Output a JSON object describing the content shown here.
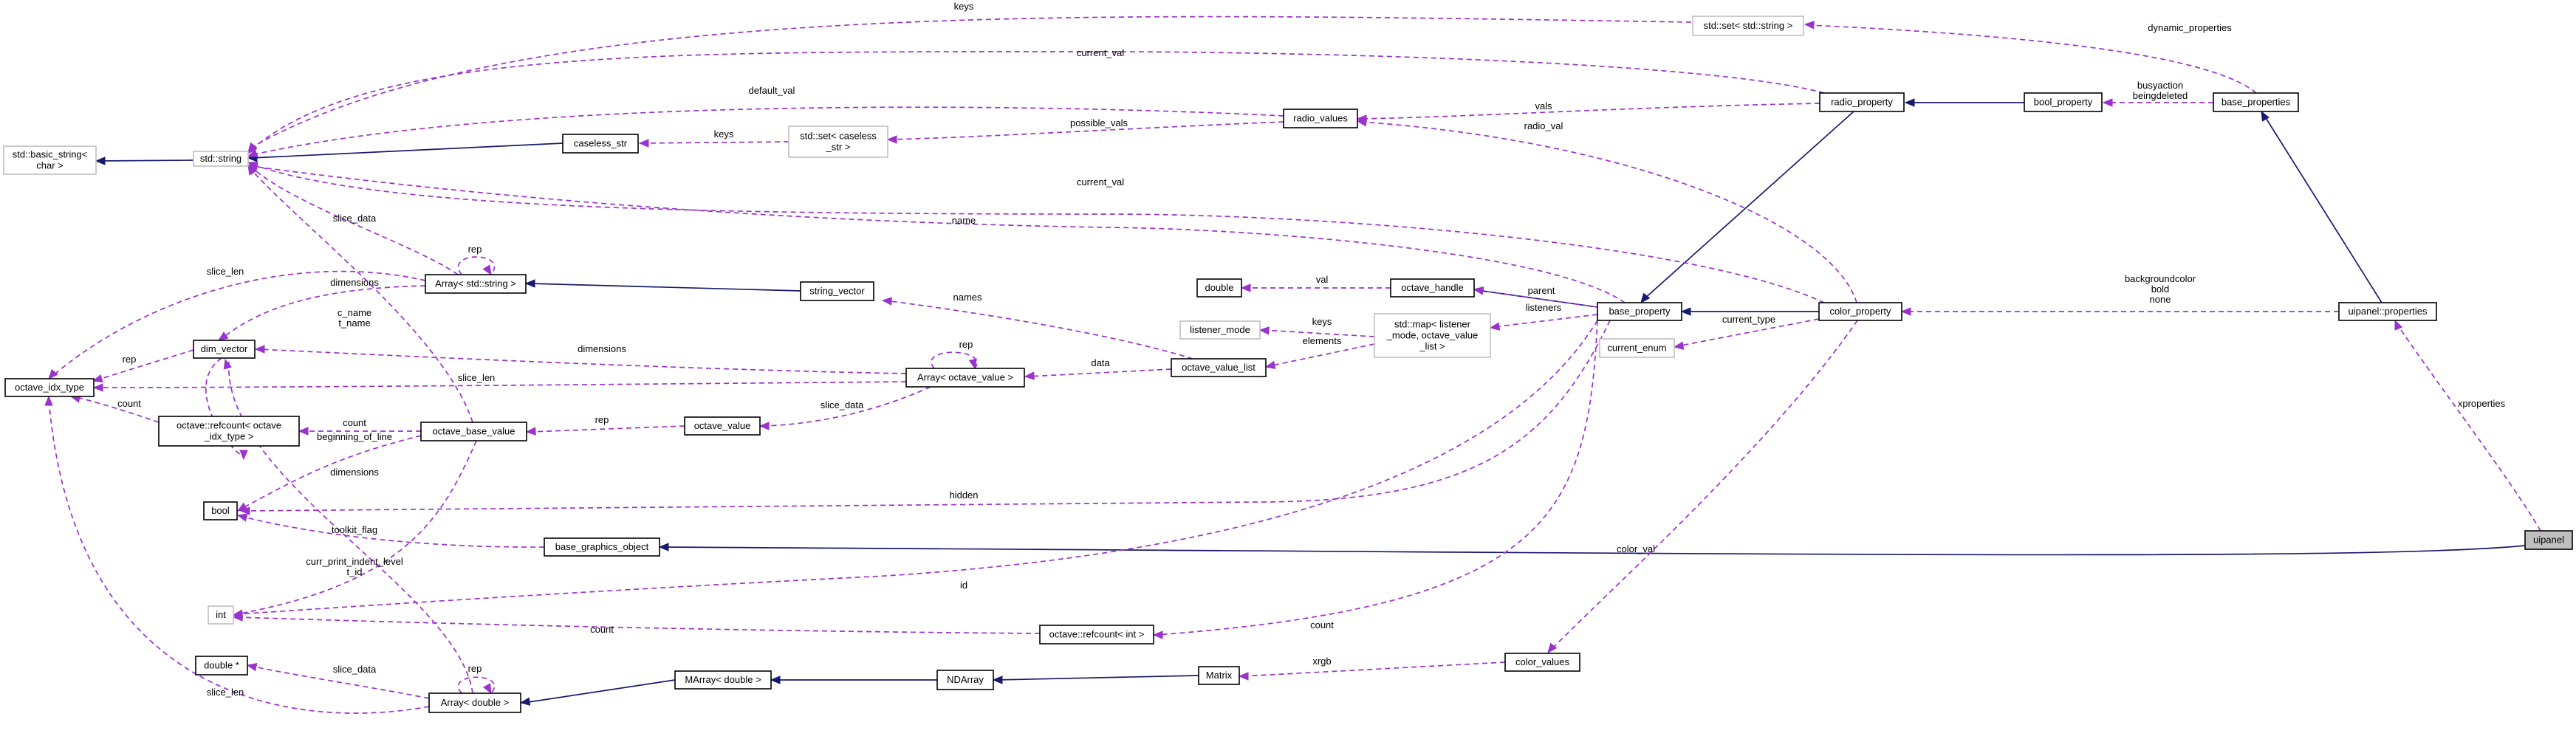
{
  "colors": {
    "inherit": "#191970",
    "use": "#9a32cd",
    "focus_fill": "#bfbfbf",
    "grey_border": "#bfbfbf"
  },
  "nodes": [
    {
      "id": "std_basic_string",
      "lines": [
        "std::basic_string<",
        "char >"
      ],
      "style": "grey"
    },
    {
      "id": "std_string",
      "lines": [
        "std::string"
      ],
      "style": "grey"
    },
    {
      "id": "caseless_str",
      "lines": [
        "caseless_str"
      ],
      "style": "normal"
    },
    {
      "id": "std_set_caseless",
      "lines": [
        "std::set< caseless",
        "_str >"
      ],
      "style": "grey"
    },
    {
      "id": "std_set_string",
      "lines": [
        "std::set< std::string >"
      ],
      "style": "grey"
    },
    {
      "id": "radio_values",
      "lines": [
        "radio_values"
      ],
      "style": "normal"
    },
    {
      "id": "radio_property",
      "lines": [
        "radio_property"
      ],
      "style": "normal"
    },
    {
      "id": "bool_property",
      "lines": [
        "bool_property"
      ],
      "style": "normal"
    },
    {
      "id": "base_properties",
      "lines": [
        "base_properties"
      ],
      "style": "normal"
    },
    {
      "id": "array_string",
      "lines": [
        "Array< std::string >"
      ],
      "style": "normal"
    },
    {
      "id": "string_vector",
      "lines": [
        "string_vector"
      ],
      "style": "normal"
    },
    {
      "id": "double_node",
      "lines": [
        "double"
      ],
      "style": "normal"
    },
    {
      "id": "octave_handle",
      "lines": [
        "octave_handle"
      ],
      "style": "normal"
    },
    {
      "id": "base_property",
      "lines": [
        "base_property"
      ],
      "style": "normal"
    },
    {
      "id": "color_property",
      "lines": [
        "color_property"
      ],
      "style": "normal"
    },
    {
      "id": "uipanel_properties",
      "lines": [
        "uipanel::properties"
      ],
      "style": "normal"
    },
    {
      "id": "listener_mode",
      "lines": [
        "listener_mode"
      ],
      "style": "grey"
    },
    {
      "id": "std_map",
      "lines": [
        "std::map< listener",
        "_mode, octave_value",
        "_list >"
      ],
      "style": "grey"
    },
    {
      "id": "current_enum",
      "lines": [
        "current_enum"
      ],
      "style": "grey"
    },
    {
      "id": "dim_vector",
      "lines": [
        "dim_vector"
      ],
      "style": "normal"
    },
    {
      "id": "octave_idx_type",
      "lines": [
        "octave_idx_type"
      ],
      "style": "normal"
    },
    {
      "id": "array_octave_value",
      "lines": [
        "Array< octave_value >"
      ],
      "style": "normal"
    },
    {
      "id": "octave_value_list",
      "lines": [
        "octave_value_list"
      ],
      "style": "normal"
    },
    {
      "id": "refcount_idx",
      "lines": [
        "octave::refcount< octave",
        "_idx_type >"
      ],
      "style": "normal"
    },
    {
      "id": "octave_base_value",
      "lines": [
        "octave_base_value"
      ],
      "style": "normal"
    },
    {
      "id": "octave_value",
      "lines": [
        "octave_value"
      ],
      "style": "normal"
    },
    {
      "id": "bool_node",
      "lines": [
        "bool"
      ],
      "style": "normal"
    },
    {
      "id": "base_graphics_object",
      "lines": [
        "base_graphics_object"
      ],
      "style": "normal"
    },
    {
      "id": "uipanel",
      "lines": [
        "uipanel"
      ],
      "style": "focus"
    },
    {
      "id": "int_node",
      "lines": [
        "int"
      ],
      "style": "grey"
    },
    {
      "id": "refcount_int",
      "lines": [
        "octave::refcount< int >"
      ],
      "style": "normal"
    },
    {
      "id": "color_values",
      "lines": [
        "color_values"
      ],
      "style": "normal"
    },
    {
      "id": "double_ptr",
      "lines": [
        "double *"
      ],
      "style": "normal"
    },
    {
      "id": "array_double",
      "lines": [
        "Array< double >"
      ],
      "style": "normal"
    },
    {
      "id": "marray_double",
      "lines": [
        "MArray< double >"
      ],
      "style": "normal"
    },
    {
      "id": "ndarray",
      "lines": [
        "NDArray"
      ],
      "style": "normal"
    },
    {
      "id": "matrix",
      "lines": [
        "Matrix"
      ],
      "style": "normal"
    }
  ],
  "edge_labels": {
    "keys_top": "keys",
    "dynamic_properties": "dynamic_properties",
    "current_val_top": "current_val",
    "default_val": "default_val",
    "vals": "vals",
    "keys_caseless": "keys",
    "possible_vals": "possible_vals",
    "radio_val": "radio_val",
    "busyaction": "busyaction\nbeingdeleted",
    "current_val_mid": "current_val",
    "name": "name",
    "slice_data_str": "slice_data",
    "rep_str": "rep",
    "slice_len_str": "slice_len",
    "dimensions_str": "dimensions",
    "val": "val",
    "parent": "parent",
    "listeners": "listeners",
    "names": "names",
    "keys_map": "keys",
    "elements": "elements",
    "current_type": "current_type",
    "backgroundcolor": "backgroundcolor\nbold\nnone",
    "rep_dim": "rep",
    "c_name": "c_name\nt_name",
    "dimensions_ov": "dimensions",
    "rep_ov": "rep",
    "data": "data",
    "slice_len_ov": "slice_len",
    "count_idx": "count",
    "count_obv": "count",
    "beginning_of_line": "beginning_of_line",
    "rep_obv": "rep",
    "slice_data_ov": "slice_data",
    "xproperties": "xproperties",
    "hidden": "hidden",
    "dimensions_ad": "dimensions",
    "toolkit_flag": "toolkit_flag",
    "color_val": "color_val",
    "curr_print": "curr_print_indent_level\nt_id",
    "id": "id",
    "count_int": "count",
    "count_bp": "count",
    "xrgb": "xrgb",
    "slice_data_ad": "slice_data",
    "rep_ad": "rep",
    "slice_len_ad": "slice_len"
  }
}
